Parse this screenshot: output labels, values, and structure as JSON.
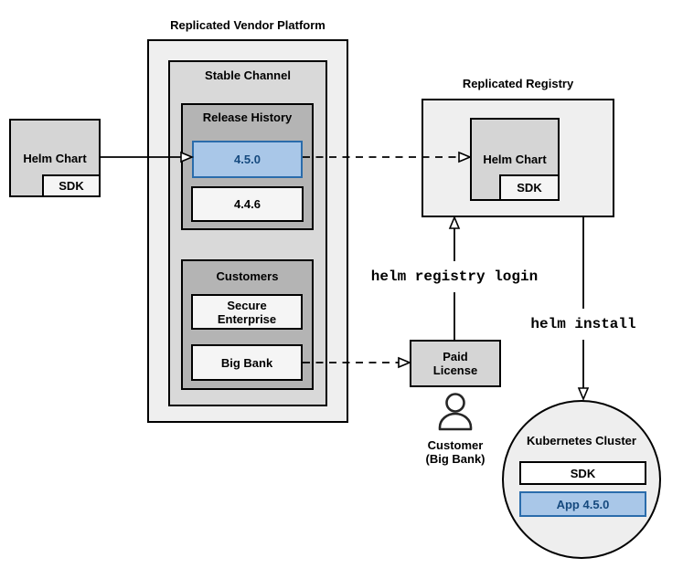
{
  "colors": {
    "canvas_bg": "#ffffff",
    "outer_gray": "#efefef",
    "mid_gray": "#d9d9d9",
    "dark_gray": "#b4b4b4",
    "box_gray": "#d5d5d5",
    "light_box": "#f5f5f5",
    "circle_gray": "#eeeeee",
    "blue_fill": "#a9c7e8",
    "blue_border": "#2a6cab",
    "blue_text": "#15497e",
    "line_black": "#000000"
  },
  "vendor_platform": {
    "title": "Replicated Vendor Platform"
  },
  "stable_channel": {
    "title": "Stable Channel"
  },
  "release_history": {
    "title": "Release History",
    "releases": [
      {
        "version": "4.5.0",
        "highlighted": true
      },
      {
        "version": "4.4.6",
        "highlighted": false
      }
    ]
  },
  "customers": {
    "title": "Customers",
    "items": [
      {
        "name": "Secure Enterprise"
      },
      {
        "name": "Big Bank"
      }
    ]
  },
  "source_chart": {
    "label": "Helm Chart",
    "sdk": "SDK"
  },
  "registry": {
    "title": "Replicated Registry",
    "chart_label": "Helm Chart",
    "sdk": "SDK"
  },
  "paid_license": {
    "label": "Paid License"
  },
  "customer_caption": {
    "label": "Customer (Big Bank)"
  },
  "cluster": {
    "title": "Kubernetes Cluster",
    "sdk": "SDK",
    "app": "App 4.5.0"
  },
  "commands": {
    "login": "helm registry login",
    "install": "helm install"
  },
  "icons": {
    "customer": "person-icon"
  }
}
